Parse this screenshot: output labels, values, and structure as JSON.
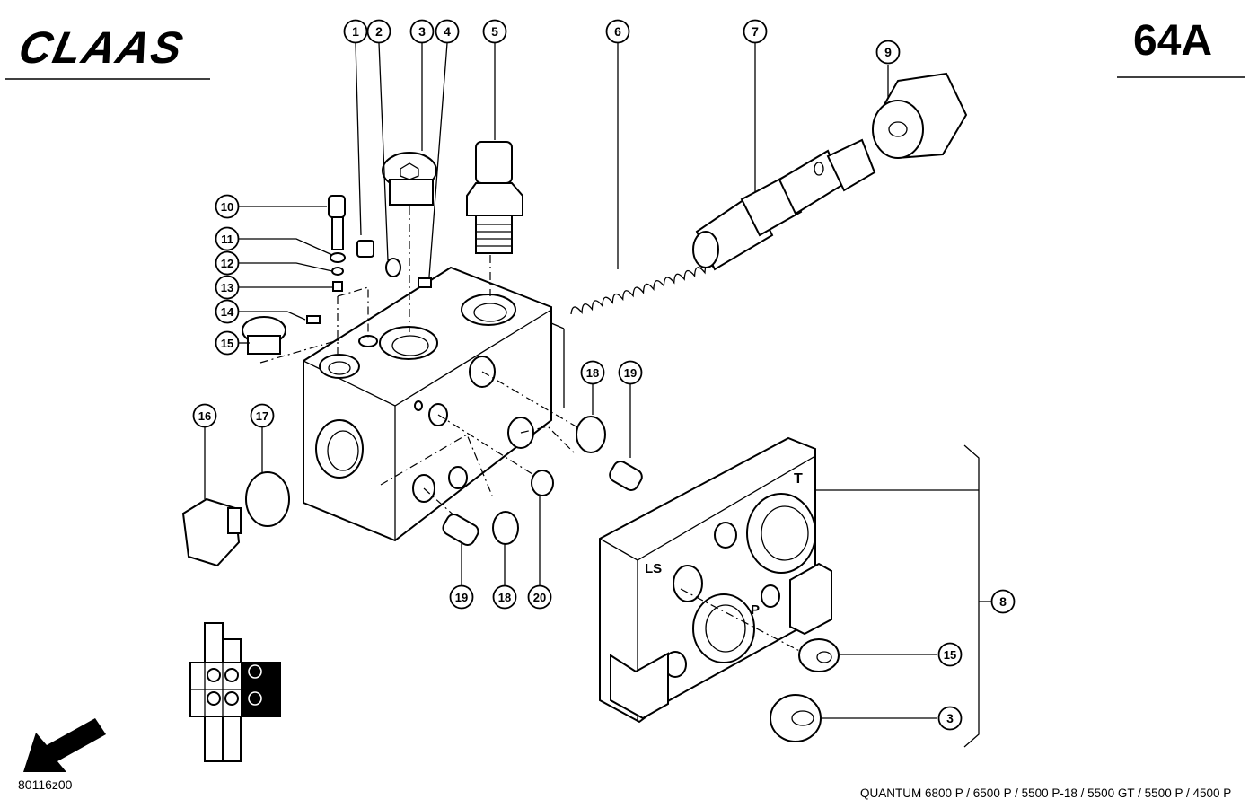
{
  "header": {
    "brand": "CLAAS",
    "page_code": "64A"
  },
  "footer": {
    "reference_code": "80116z00",
    "models": "QUANTUM 6800 P / 6500 P / 5500 P-18 / 5500 GT / 5500 P / 4500 P"
  },
  "block_labels": {
    "port_t": "T",
    "port_ls": "LS",
    "port_p": "P"
  },
  "callouts": [
    {
      "id": "c1",
      "label": "1"
    },
    {
      "id": "c2",
      "label": "2"
    },
    {
      "id": "c3",
      "label": "3"
    },
    {
      "id": "c4",
      "label": "4"
    },
    {
      "id": "c5",
      "label": "5"
    },
    {
      "id": "c6",
      "label": "6"
    },
    {
      "id": "c7",
      "label": "7"
    },
    {
      "id": "c9",
      "label": "9"
    },
    {
      "id": "c10",
      "label": "10"
    },
    {
      "id": "c11",
      "label": "11"
    },
    {
      "id": "c12",
      "label": "12"
    },
    {
      "id": "c13",
      "label": "13"
    },
    {
      "id": "c14",
      "label": "14"
    },
    {
      "id": "c15",
      "label": "15"
    },
    {
      "id": "c16",
      "label": "16"
    },
    {
      "id": "c17",
      "label": "17"
    },
    {
      "id": "c18a",
      "label": "18"
    },
    {
      "id": "c19a",
      "label": "19"
    },
    {
      "id": "c19b",
      "label": "19"
    },
    {
      "id": "c18b",
      "label": "18"
    },
    {
      "id": "c20",
      "label": "20"
    },
    {
      "id": "c8",
      "label": "8"
    },
    {
      "id": "c15b",
      "label": "15"
    },
    {
      "id": "c3b",
      "label": "3"
    }
  ],
  "colors": {
    "ink": "#000000",
    "paper": "#ffffff"
  },
  "icons": [
    "direction-arrow-icon",
    "valve-symbol-icon"
  ]
}
